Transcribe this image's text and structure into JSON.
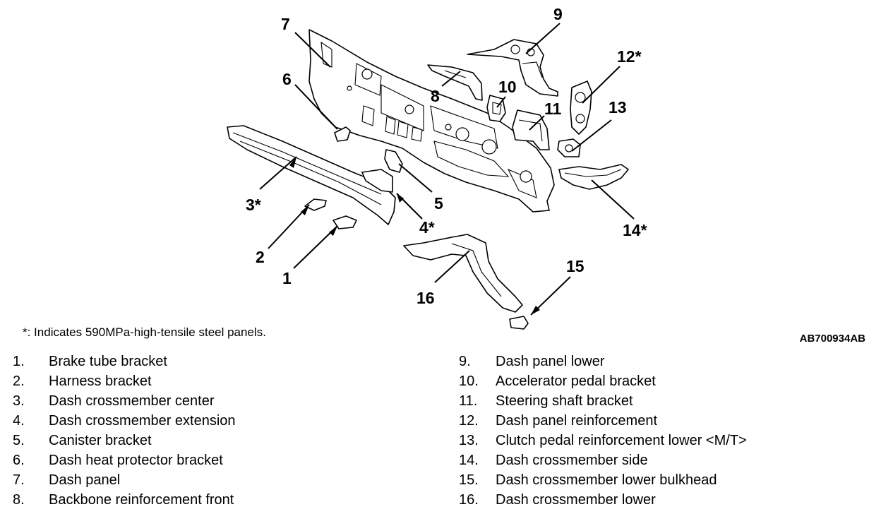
{
  "note": "*: Indicates 590MPa-high-tensile steel panels.",
  "figure_code": "AB700934AB",
  "callouts": {
    "c1": "1",
    "c2": "2",
    "c3": "3*",
    "c4": "4*",
    "c5": "5",
    "c6": "6",
    "c7": "7",
    "c8": "8",
    "c9": "9",
    "c10": "10",
    "c11": "11",
    "c12": "12*",
    "c13": "13",
    "c14": "14*",
    "c15": "15",
    "c16": "16"
  },
  "legend": [
    {
      "num": "1.",
      "label": "Brake tube bracket"
    },
    {
      "num": "2.",
      "label": "Harness bracket"
    },
    {
      "num": "3.",
      "label": "Dash crossmember center"
    },
    {
      "num": "4.",
      "label": "Dash crossmember extension"
    },
    {
      "num": "5.",
      "label": "Canister bracket"
    },
    {
      "num": "6.",
      "label": "Dash heat protector bracket"
    },
    {
      "num": "7.",
      "label": "Dash panel"
    },
    {
      "num": "8.",
      "label": "Backbone reinforcement front"
    },
    {
      "num": "9.",
      "label": "Dash panel lower"
    },
    {
      "num": "10.",
      "label": "Accelerator pedal bracket"
    },
    {
      "num": "11.",
      "label": "Steering shaft bracket"
    },
    {
      "num": "12.",
      "label": "Dash panel reinforcement"
    },
    {
      "num": "13.",
      "label": "Clutch pedal reinforcement lower <M/T>"
    },
    {
      "num": "14.",
      "label": "Dash crossmember side"
    },
    {
      "num": "15.",
      "label": "Dash crossmember lower bulkhead"
    },
    {
      "num": "16.",
      "label": "Dash crossmember lower"
    }
  ]
}
